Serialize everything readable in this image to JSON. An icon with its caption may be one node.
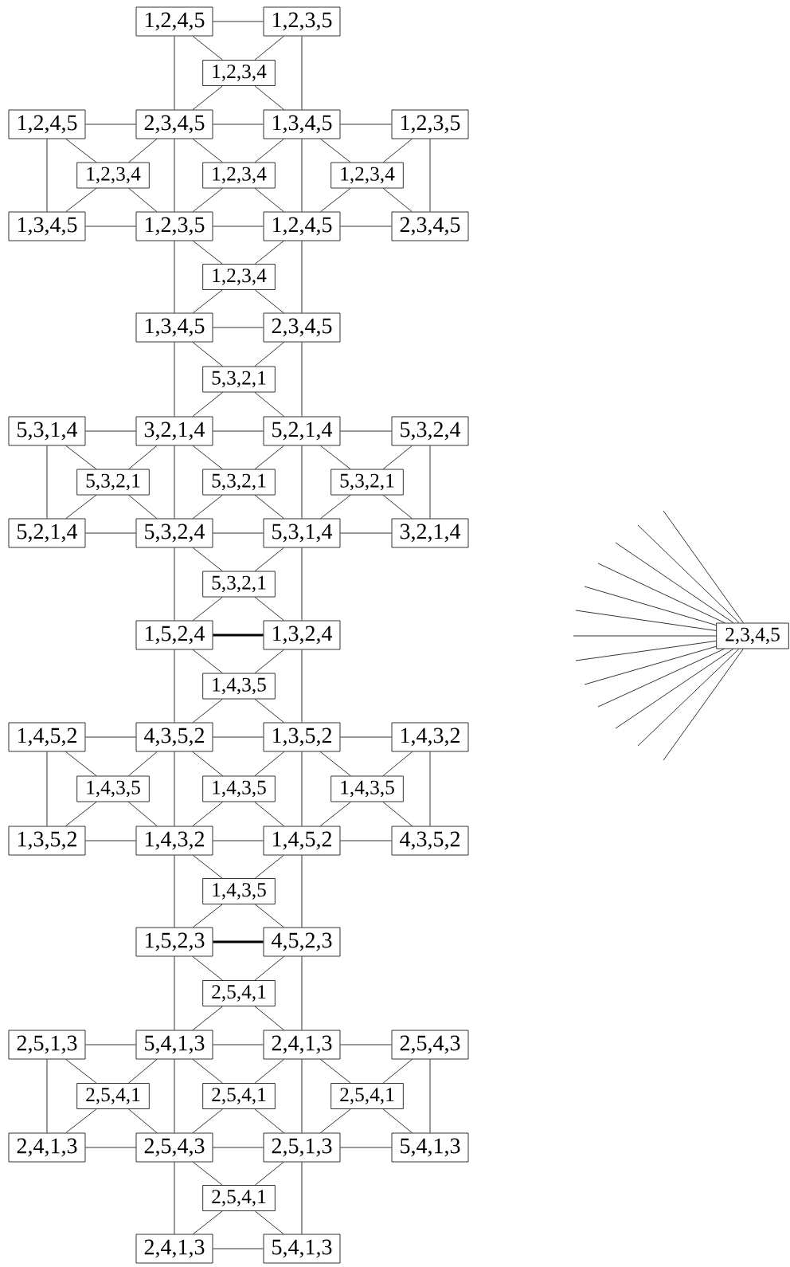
{
  "diagram": {
    "nodes": [
      {
        "text": [
          "1,2,4,5"
        ]
      },
      {
        "text": [
          "1,2,3,5"
        ]
      },
      {
        "text": [
          "1,2,3,4"
        ]
      },
      {
        "text": [
          "1,2,4,5"
        ]
      },
      {
        "text": [
          "2,3,4,5"
        ]
      },
      {
        "text": [
          "1,3,4,5"
        ]
      },
      {
        "text": [
          "1,2,3,5"
        ]
      },
      {
        "text": [
          "1,2,3,4"
        ]
      },
      {
        "text": [
          "1,2,3,4"
        ]
      },
      {
        "text": [
          "1,2,3,4"
        ]
      },
      {
        "text": [
          "1,3,4,5"
        ]
      },
      {
        "text": [
          "1,2,3,5"
        ]
      },
      {
        "text": [
          "1,2,4,5"
        ]
      },
      {
        "text": [
          "2,3,4,5"
        ]
      },
      {
        "text": [
          "1,2,3,4"
        ]
      },
      {
        "text": [
          "1,3,4,5"
        ]
      },
      {
        "text": [
          "2,3,4,5"
        ]
      },
      {
        "text": [
          "5,3,2,1"
        ]
      },
      {
        "text": [
          "5,3,1,4"
        ]
      },
      {
        "text": [
          "3,2,1,4"
        ]
      },
      {
        "text": [
          "5,2,1,4"
        ]
      },
      {
        "text": [
          "5,3,2,4"
        ]
      },
      {
        "text": [
          "5,3,2,1"
        ]
      },
      {
        "text": [
          "5,3,2,1"
        ]
      },
      {
        "text": [
          "5,3,2,1"
        ]
      },
      {
        "text": [
          "5,2,1,4"
        ]
      },
      {
        "text": [
          "5,3,2,4"
        ]
      },
      {
        "text": [
          "5,3,1,4"
        ]
      },
      {
        "text": [
          "3,2,1,4"
        ]
      },
      {
        "text": [
          "5,3,2,1"
        ]
      },
      {
        "text": [
          "1,5,2,4"
        ]
      },
      {
        "text": [
          "1,3,2,4"
        ]
      },
      {
        "text": [
          "1,4,3,5"
        ]
      },
      {
        "text": [
          "1,4,5,2"
        ]
      },
      {
        "text": [
          "4,3,5,2"
        ]
      },
      {
        "text": [
          "1,3,5,2"
        ]
      },
      {
        "text": [
          "1,4,3,2"
        ]
      },
      {
        "text": [
          "1,4,3,5"
        ]
      },
      {
        "text": [
          "1,4,3,5"
        ]
      },
      {
        "text": [
          "1,4,3,5"
        ]
      },
      {
        "text": [
          "1,3,5,2"
        ]
      },
      {
        "text": [
          "1,4,3,2"
        ]
      },
      {
        "text": [
          "1,4,5,2"
        ]
      },
      {
        "text": [
          "4,3,5,2"
        ]
      },
      {
        "text": [
          "1,4,3,5"
        ]
      },
      {
        "text": [
          "1,5,2,3"
        ]
      },
      {
        "text": [
          "4,5,2,3"
        ]
      },
      {
        "text": [
          "2,5,4,1"
        ]
      },
      {
        "text": [
          "2,5,1,3"
        ]
      },
      {
        "text": [
          "5,4,1,3"
        ]
      },
      {
        "text": [
          "2,4,1,3"
        ]
      },
      {
        "text": [
          "2,5,4,3"
        ]
      },
      {
        "text": [
          "2,5,4,1"
        ]
      },
      {
        "text": [
          "2,5,4,1"
        ]
      },
      {
        "text": [
          "2,5,4,1"
        ]
      },
      {
        "text": [
          "2,4,1,3"
        ]
      },
      {
        "text": [
          "2,5,4,3"
        ]
      },
      {
        "text": [
          "2,5,1,3"
        ]
      },
      {
        "text": [
          "5,4,1,3"
        ]
      },
      {
        "text": [
          "2,5,4,1"
        ]
      },
      {
        "text": [
          "2,4,1,3"
        ]
      },
      {
        "text": [
          "5,4,1,3"
        ]
      },
      {
        "text": [
          "2,3,4,5"
        ]
      }
    ],
    "edges": [
      {
        "from": 0,
        "to": 1,
        "arrow": "none"
      },
      {
        "from": 0,
        "to": 4,
        "arrow": "none"
      },
      {
        "from": 1,
        "to": 5,
        "arrow": "none"
      },
      {
        "from": 2,
        "to": 0,
        "arrow": "none"
      },
      {
        "from": 2,
        "to": 1,
        "arrow": "none"
      },
      {
        "from": 2,
        "to": 4,
        "arrow": "none"
      },
      {
        "from": 2,
        "to": 5,
        "arrow": "none"
      },
      {
        "from": 3,
        "to": 4,
        "arrow": "none"
      },
      {
        "from": 4,
        "to": 5,
        "arrow": "none"
      },
      {
        "from": 5,
        "to": 6,
        "arrow": "none"
      },
      {
        "from": 3,
        "to": 10,
        "arrow": "none"
      },
      {
        "from": 4,
        "to": 11,
        "arrow": "none"
      },
      {
        "from": 5,
        "to": 12,
        "arrow": "none"
      },
      {
        "from": 6,
        "to": 13,
        "arrow": "none"
      },
      {
        "from": 7,
        "to": 3,
        "arrow": "none"
      },
      {
        "from": 7,
        "to": 4,
        "arrow": "none"
      },
      {
        "from": 7,
        "to": 10,
        "arrow": "none"
      },
      {
        "from": 7,
        "to": 11,
        "arrow": "none"
      },
      {
        "from": 8,
        "to": 4,
        "arrow": "none"
      },
      {
        "from": 8,
        "to": 5,
        "arrow": "none"
      },
      {
        "from": 8,
        "to": 11,
        "arrow": "none"
      },
      {
        "from": 8,
        "to": 12,
        "arrow": "none"
      },
      {
        "from": 9,
        "to": 5,
        "arrow": "none"
      },
      {
        "from": 9,
        "to": 6,
        "arrow": "none"
      },
      {
        "from": 9,
        "to": 12,
        "arrow": "none"
      },
      {
        "from": 9,
        "to": 13,
        "arrow": "none"
      },
      {
        "from": 10,
        "to": 11,
        "arrow": "none"
      },
      {
        "from": 11,
        "to": 12,
        "arrow": "none"
      },
      {
        "from": 12,
        "to": 13,
        "arrow": "none"
      },
      {
        "from": 11,
        "to": 15,
        "arrow": "none"
      },
      {
        "from": 12,
        "to": 16,
        "arrow": "none"
      },
      {
        "from": 14,
        "to": 11,
        "arrow": "none"
      },
      {
        "from": 14,
        "to": 12,
        "arrow": "none"
      },
      {
        "from": 14,
        "to": 15,
        "arrow": "none"
      },
      {
        "from": 14,
        "to": 16,
        "arrow": "none"
      },
      {
        "from": 15,
        "to": 16,
        "arrow": "none"
      },
      {
        "from": 15,
        "to": 19,
        "arrow": "none"
      },
      {
        "from": 16,
        "to": 20,
        "arrow": "none"
      },
      {
        "from": 17,
        "to": 15,
        "arrow": "none"
      },
      {
        "from": 17,
        "to": 16,
        "arrow": "none"
      },
      {
        "from": 17,
        "to": 19,
        "arrow": "none"
      },
      {
        "from": 17,
        "to": 20,
        "arrow": "none"
      },
      {
        "from": 18,
        "to": 19,
        "arrow": "none"
      },
      {
        "from": 19,
        "to": 20,
        "arrow": "none"
      },
      {
        "from": 20,
        "to": 21,
        "arrow": "none"
      },
      {
        "from": 18,
        "to": 25,
        "arrow": "none"
      },
      {
        "from": 19,
        "to": 26,
        "arrow": "none"
      },
      {
        "from": 20,
        "to": 27,
        "arrow": "none"
      },
      {
        "from": 21,
        "to": 28,
        "arrow": "none"
      },
      {
        "from": 22,
        "to": 18,
        "arrow": "none"
      },
      {
        "from": 22,
        "to": 19,
        "arrow": "none"
      },
      {
        "from": 22,
        "to": 25,
        "arrow": "none"
      },
      {
        "from": 22,
        "to": 26,
        "arrow": "none"
      },
      {
        "from": 23,
        "to": 19,
        "arrow": "none"
      },
      {
        "from": 23,
        "to": 20,
        "arrow": "none"
      },
      {
        "from": 23,
        "to": 26,
        "arrow": "none"
      },
      {
        "from": 23,
        "to": 27,
        "arrow": "none"
      },
      {
        "from": 24,
        "to": 20,
        "arrow": "none"
      },
      {
        "from": 24,
        "to": 21,
        "arrow": "none"
      },
      {
        "from": 24,
        "to": 27,
        "arrow": "none"
      },
      {
        "from": 24,
        "to": 28,
        "arrow": "none"
      },
      {
        "from": 25,
        "to": 26,
        "arrow": "none"
      },
      {
        "from": 26,
        "to": 27,
        "arrow": "none"
      },
      {
        "from": 27,
        "to": 28,
        "arrow": "none"
      },
      {
        "from": 26,
        "to": 30,
        "arrow": "none"
      },
      {
        "from": 27,
        "to": 31,
        "arrow": "none"
      },
      {
        "from": 29,
        "to": 26,
        "arrow": "none"
      },
      {
        "from": 29,
        "to": 27,
        "arrow": "none"
      },
      {
        "from": 29,
        "to": 30,
        "arrow": "none"
      },
      {
        "from": 29,
        "to": 31,
        "arrow": "none"
      },
      {
        "from": 30,
        "to": 31,
        "arrow": "none",
        "style": "thick"
      },
      {
        "from": 30,
        "to": 34,
        "arrow": "none"
      },
      {
        "from": 31,
        "to": 35,
        "arrow": "none"
      },
      {
        "from": 32,
        "to": 30,
        "arrow": "none"
      },
      {
        "from": 32,
        "to": 31,
        "arrow": "none"
      },
      {
        "from": 32,
        "to": 34,
        "arrow": "none"
      },
      {
        "from": 32,
        "to": 35,
        "arrow": "none"
      },
      {
        "from": 33,
        "to": 34,
        "arrow": "none"
      },
      {
        "from": 34,
        "to": 35,
        "arrow": "none"
      },
      {
        "from": 35,
        "to": 36,
        "arrow": "none"
      },
      {
        "from": 33,
        "to": 40,
        "arrow": "none"
      },
      {
        "from": 34,
        "to": 41,
        "arrow": "none"
      },
      {
        "from": 35,
        "to": 42,
        "arrow": "none"
      },
      {
        "from": 36,
        "to": 43,
        "arrow": "none"
      },
      {
        "from": 37,
        "to": 33,
        "arrow": "none"
      },
      {
        "from": 37,
        "to": 34,
        "arrow": "none"
      },
      {
        "from": 37,
        "to": 40,
        "arrow": "none"
      },
      {
        "from": 37,
        "to": 41,
        "arrow": "none"
      },
      {
        "from": 38,
        "to": 34,
        "arrow": "none"
      },
      {
        "from": 38,
        "to": 35,
        "arrow": "none"
      },
      {
        "from": 38,
        "to": 41,
        "arrow": "none"
      },
      {
        "from": 38,
        "to": 42,
        "arrow": "none"
      },
      {
        "from": 39,
        "to": 35,
        "arrow": "none"
      },
      {
        "from": 39,
        "to": 36,
        "arrow": "none"
      },
      {
        "from": 39,
        "to": 42,
        "arrow": "none"
      },
      {
        "from": 39,
        "to": 43,
        "arrow": "none"
      },
      {
        "from": 40,
        "to": 41,
        "arrow": "none"
      },
      {
        "from": 41,
        "to": 42,
        "arrow": "none"
      },
      {
        "from": 42,
        "to": 43,
        "arrow": "none"
      },
      {
        "from": 41,
        "to": 45,
        "arrow": "none"
      },
      {
        "from": 42,
        "to": 46,
        "arrow": "none"
      },
      {
        "from": 44,
        "to": 41,
        "arrow": "none"
      },
      {
        "from": 44,
        "to": 42,
        "arrow": "none"
      },
      {
        "from": 44,
        "to": 45,
        "arrow": "none"
      },
      {
        "from": 44,
        "to": 46,
        "arrow": "none"
      },
      {
        "from": 45,
        "to": 46,
        "arrow": "none",
        "style": "thick"
      },
      {
        "from": 45,
        "to": 49,
        "arrow": "none"
      },
      {
        "from": 46,
        "to": 50,
        "arrow": "none"
      },
      {
        "from": 47,
        "to": 45,
        "arrow": "none"
      },
      {
        "from": 47,
        "to": 46,
        "arrow": "none"
      },
      {
        "from": 47,
        "to": 49,
        "arrow": "none"
      },
      {
        "from": 47,
        "to": 50,
        "arrow": "none"
      },
      {
        "from": 48,
        "to": 49,
        "arrow": "none"
      },
      {
        "from": 49,
        "to": 50,
        "arrow": "none"
      },
      {
        "from": 50,
        "to": 51,
        "arrow": "none"
      },
      {
        "from": 48,
        "to": 55,
        "arrow": "none"
      },
      {
        "from": 49,
        "to": 56,
        "arrow": "none"
      },
      {
        "from": 50,
        "to": 57,
        "arrow": "none"
      },
      {
        "from": 51,
        "to": 58,
        "arrow": "none"
      },
      {
        "from": 52,
        "to": 48,
        "arrow": "none"
      },
      {
        "from": 52,
        "to": 49,
        "arrow": "none"
      },
      {
        "from": 52,
        "to": 55,
        "arrow": "none"
      },
      {
        "from": 52,
        "to": 56,
        "arrow": "none"
      },
      {
        "from": 53,
        "to": 49,
        "arrow": "none"
      },
      {
        "from": 53,
        "to": 50,
        "arrow": "none"
      },
      {
        "from": 53,
        "to": 56,
        "arrow": "none"
      },
      {
        "from": 53,
        "to": 57,
        "arrow": "none"
      },
      {
        "from": 54,
        "to": 50,
        "arrow": "none"
      },
      {
        "from": 54,
        "to": 51,
        "arrow": "none"
      },
      {
        "from": 54,
        "to": 57,
        "arrow": "none"
      },
      {
        "from": 54,
        "to": 58,
        "arrow": "none"
      },
      {
        "from": 55,
        "to": 56,
        "arrow": "none"
      },
      {
        "from": 56,
        "to": 57,
        "arrow": "none"
      },
      {
        "from": 57,
        "to": 58,
        "arrow": "none"
      },
      {
        "from": 56,
        "to": 60,
        "arrow": "none"
      },
      {
        "from": 57,
        "to": 61,
        "arrow": "none"
      },
      {
        "from": 59,
        "to": 56,
        "arrow": "none"
      },
      {
        "from": 59,
        "to": 57,
        "arrow": "none"
      },
      {
        "from": 59,
        "to": 60,
        "arrow": "none"
      },
      {
        "from": 59,
        "to": 61,
        "arrow": "none"
      },
      {
        "from": 60,
        "to": 61,
        "arrow": "none"
      },
      {
        "from": null,
        "to": 62,
        "arrow": "none"
      },
      {
        "from": null,
        "to": 62,
        "arrow": "none"
      },
      {
        "from": null,
        "to": 62,
        "arrow": "none"
      },
      {
        "from": null,
        "to": 62,
        "arrow": "none"
      },
      {
        "from": null,
        "to": 62,
        "arrow": "none"
      },
      {
        "from": null,
        "to": 62,
        "arrow": "none"
      },
      {
        "from": null,
        "to": 62,
        "arrow": "none"
      },
      {
        "from": null,
        "to": 62,
        "arrow": "none"
      },
      {
        "from": null,
        "to": 62,
        "arrow": "none"
      },
      {
        "from": null,
        "to": 62,
        "arrow": "none"
      },
      {
        "from": null,
        "to": 62,
        "arrow": "none"
      },
      {
        "from": null,
        "to": 62,
        "arrow": "none"
      },
      {
        "from": null,
        "to": 62,
        "arrow": "none"
      }
    ]
  }
}
